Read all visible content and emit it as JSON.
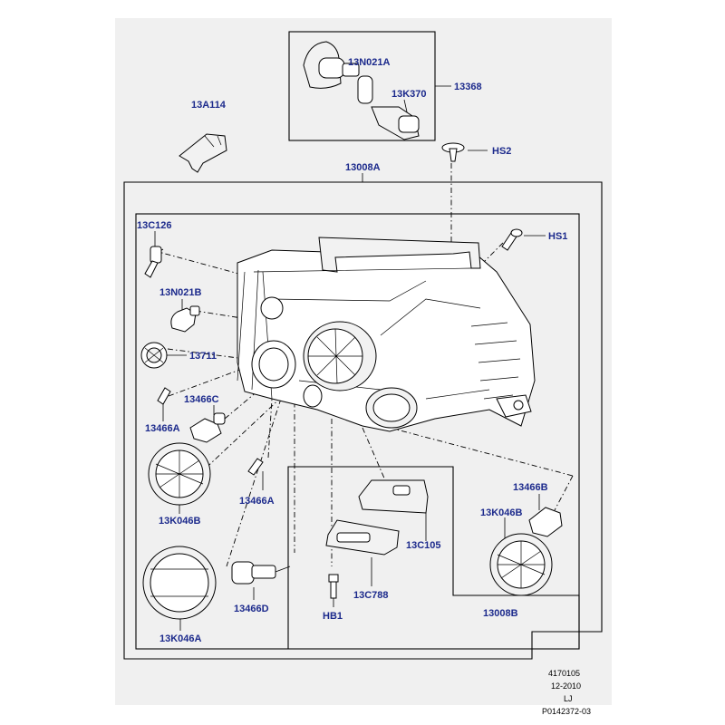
{
  "colors": {
    "page_bg": "#ffffff",
    "panel_bg": "#f0f0f0",
    "label": "#1c2a8c",
    "line": "#000000"
  },
  "labels": {
    "p13N021A_top": "13N021A",
    "p13K370": "13K370",
    "p13368": "13368",
    "p13A114": "13A114",
    "pHS2": "HS2",
    "p13008A": "13008A",
    "pHS1": "HS1",
    "p13C126": "13C126",
    "p13N021B": "13N021B",
    "p13711": "13711",
    "p13466C": "13466C",
    "p13466A_left": "13466A",
    "p13466A_mid": "13466A",
    "p13K046B_left": "13K046B",
    "p13466B": "13466B",
    "p13K046B_right": "13K046B",
    "p13C105": "13C105",
    "p13C788": "13C788",
    "p13466D": "13466D",
    "pHB1": "HB1",
    "p13008B": "13008B",
    "p13K046A": "13K046A"
  },
  "footer": {
    "ref_number": "4170105",
    "date": "12-2010",
    "code": "LJ",
    "illustration_id": "P0142372-03"
  }
}
